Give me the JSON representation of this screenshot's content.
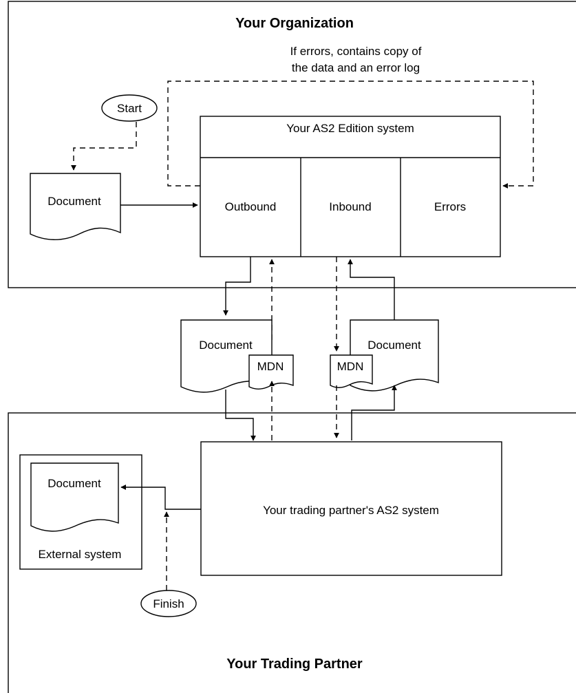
{
  "organization": {
    "title": "Your Organization",
    "error_note_line1": "If errors, contains copy of",
    "error_note_line2": "the data and an error log",
    "start_label": "Start",
    "document_label": "Document",
    "system": {
      "title": "Your AS2 Edition system",
      "columns": [
        "Outbound",
        "Inbound",
        "Errors"
      ]
    }
  },
  "transfer": {
    "outbound_document_label": "Document",
    "outbound_mdn_label": "MDN",
    "inbound_document_label": "Document",
    "inbound_mdn_label": "MDN"
  },
  "partner": {
    "title": "Your Trading Partner",
    "system_label": "Your trading partner's AS2 system",
    "external_system_label": "External system",
    "document_label": "Document",
    "finish_label": "Finish"
  }
}
